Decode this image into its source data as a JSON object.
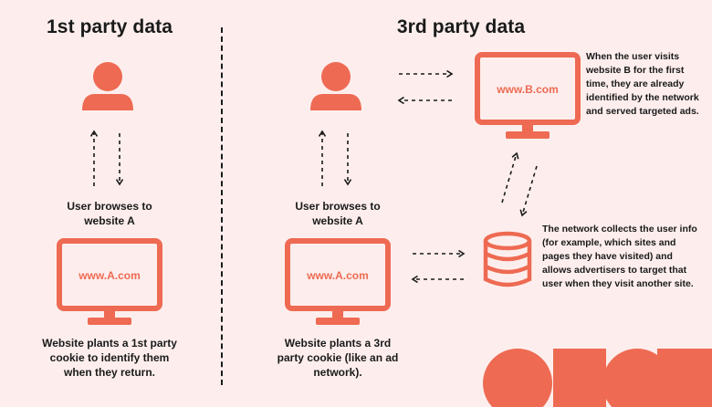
{
  "headings": {
    "first_party": "1st party data",
    "third_party": "3rd party data"
  },
  "first_party": {
    "browse_caption_line1": "User browses to",
    "browse_caption_line2": "website A",
    "monitor_url": "www.A.com",
    "cookie_caption_line1": "Website plants a 1st party",
    "cookie_caption_line2": "cookie to identify them",
    "cookie_caption_line3": "when they return."
  },
  "third_party": {
    "browse_caption_line1": "User browses to",
    "browse_caption_line2": "website A",
    "monitor_a_url": "www.A.com",
    "monitor_b_url": "www.B.com",
    "cookie_caption_line1": "Website plants a 3rd",
    "cookie_caption_line2": "party cookie (like an ad",
    "cookie_caption_line3": "network).",
    "note_b_line1": "When the user visits",
    "note_b_line2": "website B for the first",
    "note_b_line3": "time, they are already",
    "note_b_line4": "identified by the network",
    "note_b_line5": "and served targeted ads.",
    "note_network_line1": "The network collects the user info",
    "note_network_line2": "(for example, which sites and",
    "note_network_line3": "pages they have visited) and",
    "note_network_line4": "allows advertisers to target that",
    "note_network_line5": "user when they visit another site."
  },
  "colors": {
    "background": "#fdeeed",
    "accent": "#ee6a52",
    "text": "#1a1a1a"
  },
  "icons": [
    "user-icon",
    "monitor-icon",
    "database-icon",
    "arrow-icon"
  ]
}
